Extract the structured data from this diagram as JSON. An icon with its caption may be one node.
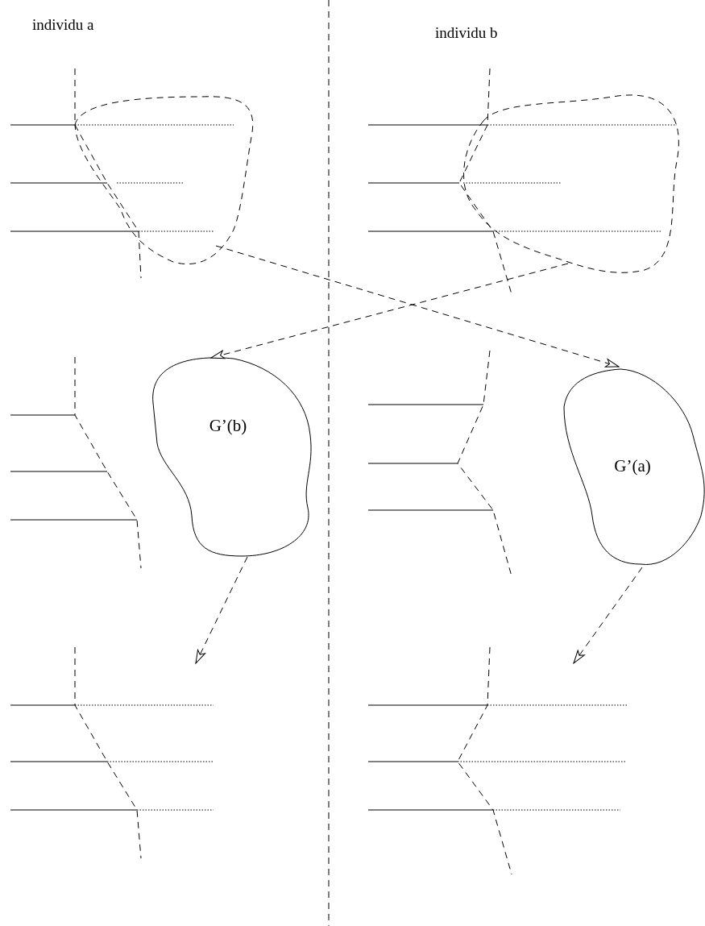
{
  "diagram": {
    "nodes": [
      {
        "text": [],
        "shape": "blob"
      },
      {
        "text": [],
        "shape": "blob"
      },
      {
        "text": [
          "G’(b)"
        ]
      },
      {
        "text": [
          "G’(a)"
        ]
      }
    ],
    "edges": [
      {
        "from": 0,
        "to": 3,
        "arrow": "to",
        "style": "dashed"
      },
      {
        "from": 1,
        "to": 2,
        "arrow": "to",
        "style": "dashed"
      },
      {
        "from": 2,
        "to": null,
        "arrow": "to",
        "style": "dashed"
      },
      {
        "from": 3,
        "to": null,
        "arrow": "to",
        "style": "dashed"
      }
    ],
    "labels": [
      "individu a",
      "individu b"
    ]
  }
}
